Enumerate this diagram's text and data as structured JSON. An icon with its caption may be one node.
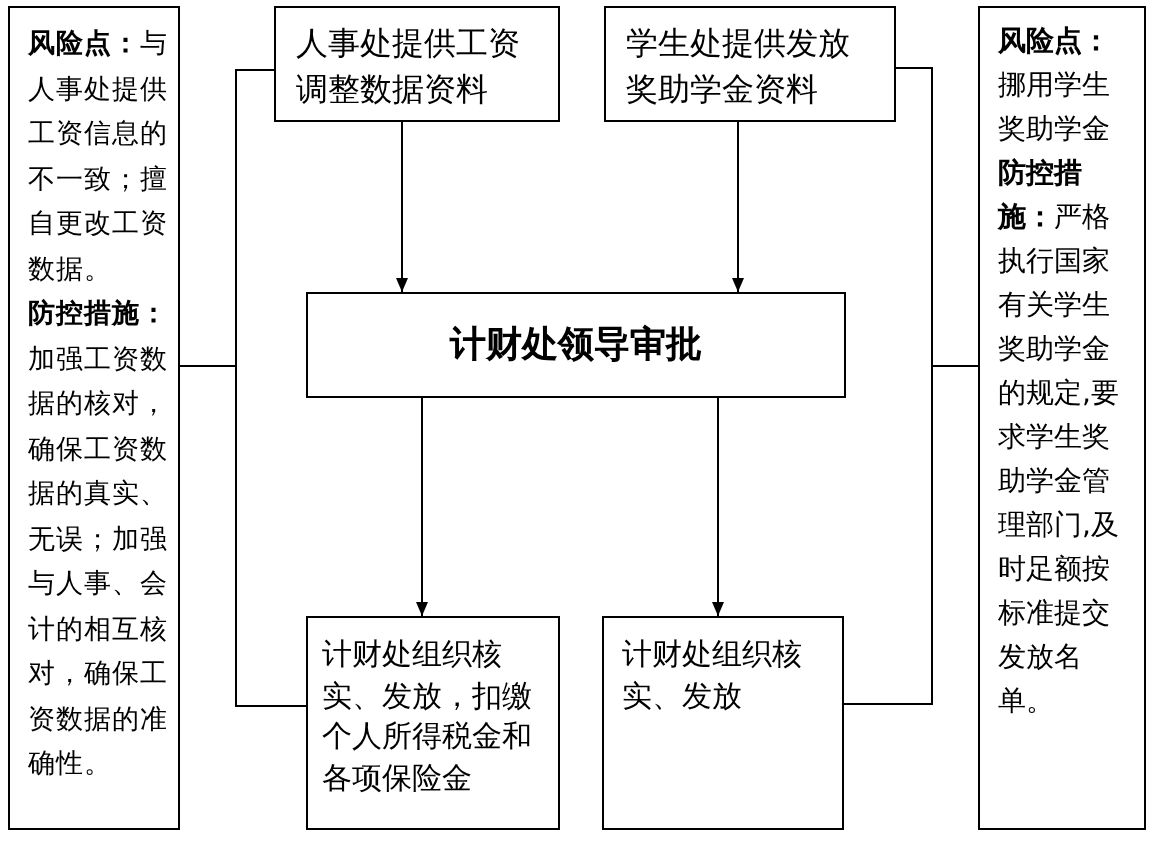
{
  "diagram": {
    "nodes": [
      {
        "text": [
          "**风险点：**与人事处提供工资信息的不一致；擅自更改工资数据。",
          "**防控措施：**加强工资数据的核对，确保工资数据的真实、无误；加强与人事、会计的相互核对，确保工资数据的准确性。"
        ]
      },
      {
        "text": [
          "人事处提供工资调整数据资料"
        ]
      },
      {
        "text": [
          "学生处提供发放奖助学金资料"
        ]
      },
      {
        "text": [
          "**风险点：**挪用学生奖助学金",
          "**防控措施：**严格执行国家有关学生奖助学金的规定,要求学生奖助学金管理部门,及时足额按标准提交发放名单。"
        ]
      },
      {
        "text": [
          "计财处领导审批"
        ]
      },
      {
        "text": [
          "计财处组织核实、发放，扣缴个人所得税金和各项保险金"
        ]
      },
      {
        "text": [
          "计财处组织核实、发放"
        ]
      }
    ],
    "edges": [
      {
        "from": 1,
        "to": 4,
        "arrow": "to"
      },
      {
        "from": 2,
        "to": 4,
        "arrow": "to"
      },
      {
        "from": 4,
        "to": 5,
        "arrow": "to"
      },
      {
        "from": 4,
        "to": 6,
        "arrow": "to"
      },
      {
        "from": 0,
        "to": 1,
        "arrow": "none"
      },
      {
        "from": 0,
        "to": 5,
        "arrow": "none"
      },
      {
        "from": 3,
        "to": 2,
        "arrow": "none"
      },
      {
        "from": 3,
        "to": 6,
        "arrow": "none"
      }
    ]
  }
}
